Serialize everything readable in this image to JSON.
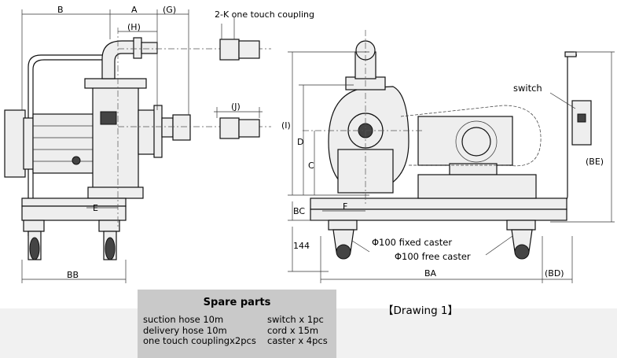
{
  "labels": {
    "coupling": "2-K one touch coupling",
    "switch": "switch",
    "fixed_caster": "Φ100 fixed caster",
    "free_caster": "Φ100 free caster"
  },
  "dimensions": {
    "B": "B",
    "A": "A",
    "G": "(G)",
    "H": "(H)",
    "J": "(J)",
    "E": "E",
    "BB": "BB",
    "I": "(I)",
    "D": "D",
    "C": "C",
    "F": "F",
    "BC": "BC",
    "h144": "144",
    "BA": "BA",
    "BD": "(BD)",
    "BE": "(BE)"
  },
  "spare_parts": {
    "title": "Spare parts",
    "left": [
      "suction hose  10m",
      "delivery hose 10m",
      "one touch couplingx2pcs"
    ],
    "right": [
      "switch x 1pc",
      "cord x 15m",
      "caster x 4pcs"
    ]
  },
  "caption": "【Drawing 1】"
}
